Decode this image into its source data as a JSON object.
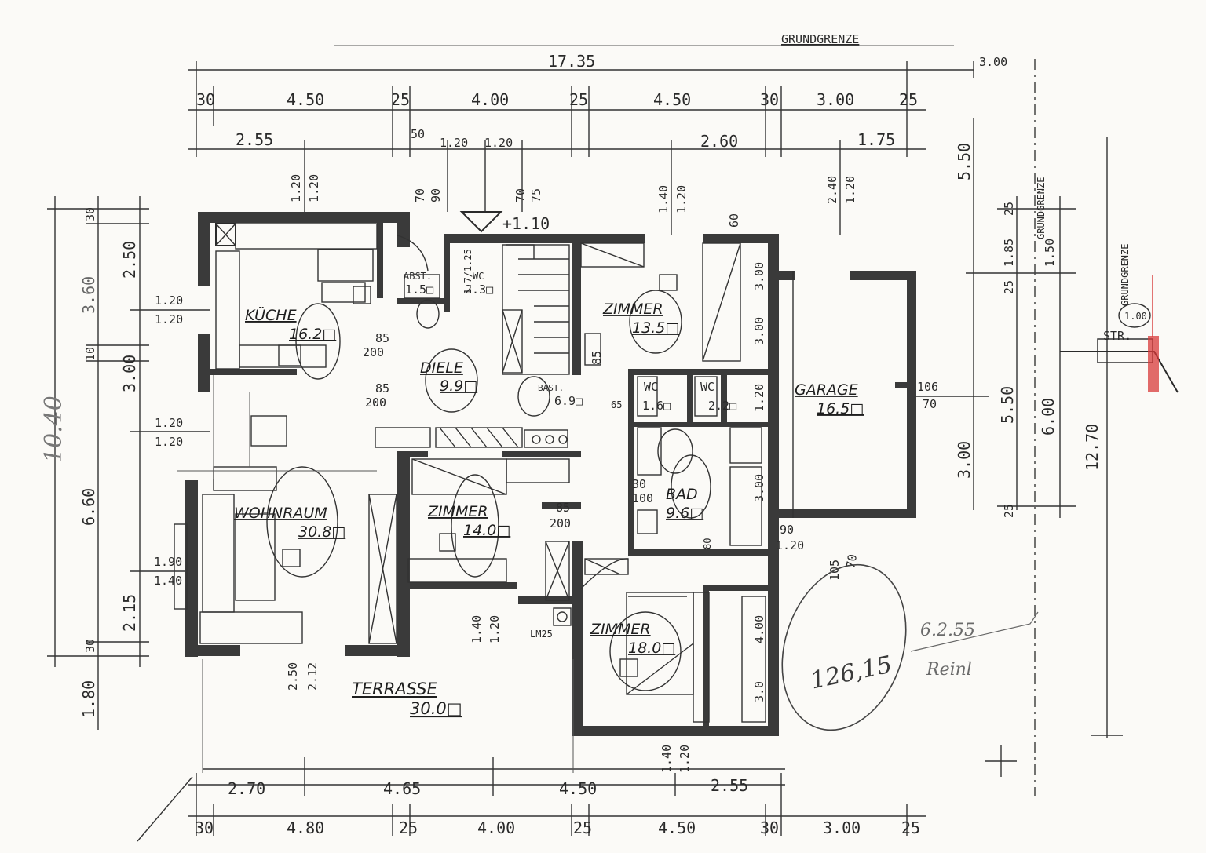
{
  "header": {
    "title": "GRUNDGRENZE"
  },
  "top_dimensions": {
    "overall": "17.35",
    "right_small": "3.00",
    "row1": [
      "30",
      "4.50",
      "25",
      "4.00",
      "25",
      "4.50",
      "30",
      "3.00",
      "25"
    ],
    "row2_left": [
      "2.55",
      "50",
      "1.20",
      "1.20"
    ],
    "row2_right": [
      "2.60",
      "1.75"
    ],
    "openings": [
      "1.20",
      "1.20",
      "70",
      "90",
      "70",
      "75",
      "1.40",
      "1.20",
      "2.40",
      "1.20",
      "60"
    ]
  },
  "bottom_dimensions": {
    "row1": [
      "2.70",
      "4.65",
      "4.50",
      "2.55"
    ],
    "row2": [
      "30",
      "4.80",
      "25",
      "4.00",
      "25",
      "4.50",
      "30",
      "3.00",
      "25"
    ],
    "openings": [
      "2.50",
      "2.12",
      "1.40",
      "1.20",
      "1.40",
      "1.20",
      "LM25"
    ]
  },
  "left_dimensions": {
    "overall": "10.40",
    "outer": [
      "30",
      "2.50",
      "3.00",
      "6.60",
      "2.15",
      "30",
      "1.80"
    ],
    "inner": [
      "3.60",
      "10"
    ],
    "windows": [
      "1.20",
      "1.20",
      "1.20",
      "1.20",
      "1.90",
      "1.40"
    ]
  },
  "right_dimensions": {
    "values": [
      "5.50",
      "3.00",
      "5.50",
      "6.00",
      "12.70",
      "25",
      "1.85",
      "25",
      "1.50",
      "25"
    ],
    "labels": [
      "GRUNDGRENZE",
      "GRUNDGRENZE"
    ],
    "section": {
      "value": "1.00",
      "label": "STR."
    }
  },
  "rooms": [
    {
      "name": "KÜCHE",
      "area": "16.2□"
    },
    {
      "name": "DIELE",
      "area": "9.9□"
    },
    {
      "name": "ABST.",
      "area": "1.5□"
    },
    {
      "name": "WC",
      "area": "2.3□"
    },
    {
      "name": "ZIMMER",
      "area": "13.5□"
    },
    {
      "name": "GARAGE",
      "area": "16.5□"
    },
    {
      "name": "WOHNRAUM",
      "area": "30.8□"
    },
    {
      "name": "ZIMMER",
      "area": "14.0□"
    },
    {
      "name": "BAD",
      "area": "9.6□"
    },
    {
      "name": "WC",
      "area": "1.6□"
    },
    {
      "name": "WC",
      "area": "2.2□"
    },
    {
      "name": "ZIMMER",
      "area": "18.0□"
    },
    {
      "name": "TERRASSE",
      "area": "30.0□"
    },
    {
      "name": "BAST.",
      "area": "6.9□"
    }
  ],
  "interior_dimensions": [
    "85",
    "200",
    "85",
    "200",
    "85",
    "200",
    "85",
    "30",
    "100",
    "65",
    "106",
    "70",
    "90",
    "1.20",
    "105",
    "70",
    "3.00",
    "3.00",
    "1.20",
    "3.00",
    "4.00",
    "3.0",
    "80"
  ],
  "level_mark": "+1.10",
  "stair_label": "1.7/1.25",
  "annotations": {
    "total_area": "126,15",
    "note_value": "6.2.55",
    "note_word": "Reinl"
  }
}
